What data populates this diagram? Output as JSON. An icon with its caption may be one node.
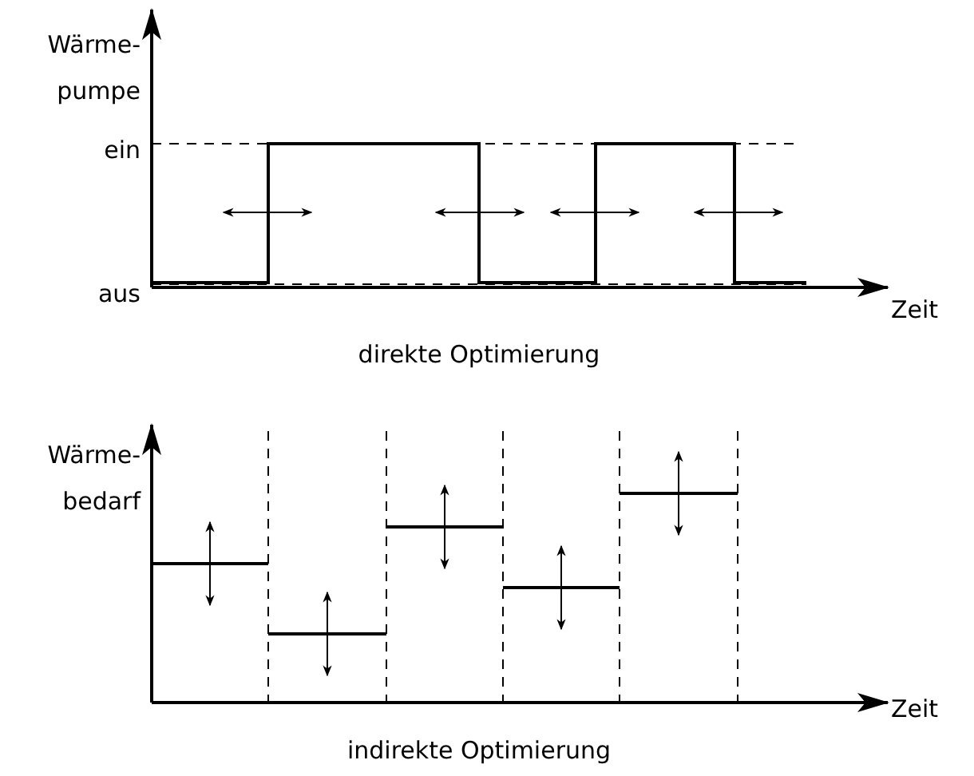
{
  "diagram": {
    "labels": [
      "Wärme- pumpe",
      "ein",
      "aus",
      "Zeit",
      "direkte Optimierung",
      "Wärme- bedarf",
      "Zeit",
      "indirekte Optimierung"
    ]
  }
}
